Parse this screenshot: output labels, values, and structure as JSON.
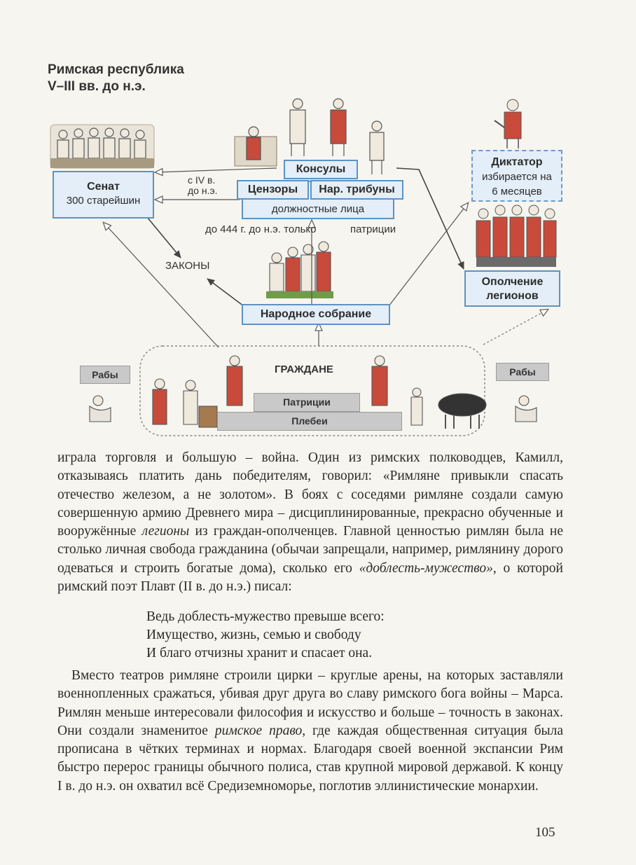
{
  "header": {
    "title_line1": "Римская республика",
    "title_line2": "V–III вв. до н.э."
  },
  "diagram": {
    "senate": {
      "title": "Сенат",
      "subtitle": "300 старейшин"
    },
    "senate_note_line1": "с IV в.",
    "senate_note_line2": "до н.э.",
    "consuls": "Консулы",
    "censors": "Цензоры",
    "tribunes": "Нар. трибуны",
    "officials": "должностные лица",
    "until_444": "до 444 г. до н.э. только",
    "patricians_note": "патриции",
    "laws": "ЗАКОНЫ",
    "assembly": "Народное собрание",
    "dictator": {
      "title": "Диктатор",
      "line2": "избирается на",
      "line3": "6 месяцев"
    },
    "militia": {
      "line1": "Ополчение",
      "line2": "легионов"
    },
    "slaves_left": "Рабы",
    "slaves_right": "Рабы",
    "citizens": "ГРАЖДАНЕ",
    "patricians": "Патриции",
    "plebeians": "Плебеи"
  },
  "body": {
    "para1_a": "играла торговля и большую – война. Один из римских полководцев, Камилл, отказываясь платить дань победителям, говорил: «Римляне привыкли спасать отечество железом, а не золотом». В боях с соседями римляне создали самую совершенную армию Древнего мира – дисциплинированные, прекрасно обученные и вооружённые ",
    "para1_legions": "легионы",
    "para1_b": " из граждан-ополченцев. Главной ценностью римлян была не столько личная свобода гражданина (обычаи запрещали, например, римлянину дорого одеваться и строить богатые дома), сколько его ",
    "para1_valor": "«доблесть-мужество»",
    "para1_c": ", о которой римский поэт Плавт (II в. до н.э.) писал:",
    "poem": [
      "Ведь доблесть-мужество превыше всего:",
      "Имущество, жизнь, семью и свободу",
      "И благо отчизны хранит и спасает она."
    ],
    "para2_a": "Вместо театров римляне строили цирки – круглые арены, на которых заставляли военнопленных сражаться, убивая друг друга во славу римского бога войны – Марса. Римлян меньше интересовали философия и искусство и больше – точность в законах. Они создали знаменитое ",
    "para2_law": "римское право",
    "para2_b": ", где каждая общественная ситуация была прописана в чётких терминах и нормах. Благодаря своей военной экспансии Рим быстро перерос границы обычного полиса, став крупной мировой державой. К концу I в. до н.э. он охватил всё Средиземноморье, поглотив эллинистические монархии."
  },
  "page_number": "105"
}
